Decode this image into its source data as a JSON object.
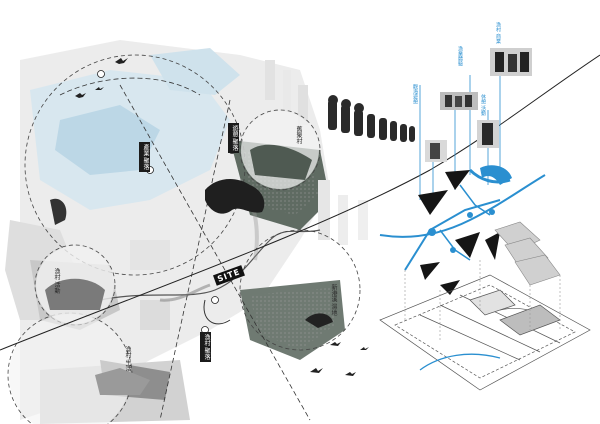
{
  "site_label": "SITE",
  "labels": {
    "left_axis": "產業 聚落",
    "center_top": "遊憩 聚落",
    "bottom_center": "漁村 聚落",
    "circle_top_right": "舊聚村",
    "circle_right": "新港溪 濕地",
    "circle_left": "漁村 活動",
    "circle_bottom_left": "漁村 生活"
  },
  "activity_labels": [
    "觀海遊憩",
    "漁業體驗",
    "休憩 活動",
    "漁村 商業"
  ],
  "colors": {
    "accent_blue": "#2a8fd0",
    "light_blue": "#bcd7e6",
    "dark": "#1b1b1b"
  }
}
